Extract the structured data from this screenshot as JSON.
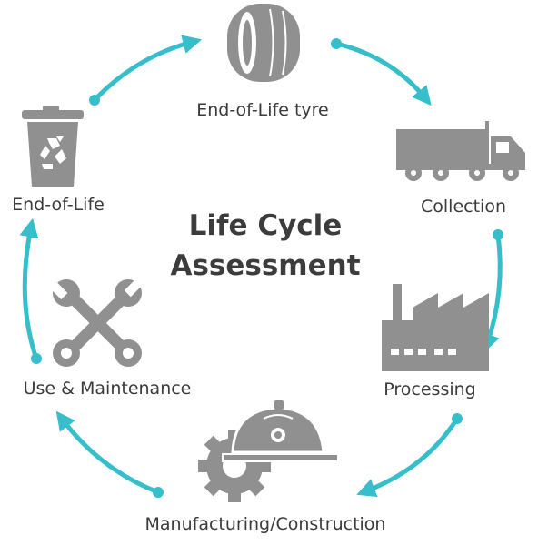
{
  "center": {
    "line1": "Life Cycle",
    "line2": "Assessment"
  },
  "stages": [
    {
      "label": "End-of-Life tyre",
      "icon": "tyre-icon"
    },
    {
      "label": "Collection",
      "icon": "truck-icon"
    },
    {
      "label": "Processing",
      "icon": "factory-icon"
    },
    {
      "label": "Manufacturing/Construction",
      "icon": "hardhat-gear-icon"
    },
    {
      "label": "Use & Maintenance",
      "icon": "wrenches-icon"
    },
    {
      "label": "End-of-Life",
      "icon": "recycle-bin-icon"
    }
  ],
  "colors": {
    "icon": "#909090",
    "arrow": "#36bfcb",
    "text": "#3a3a3a"
  }
}
